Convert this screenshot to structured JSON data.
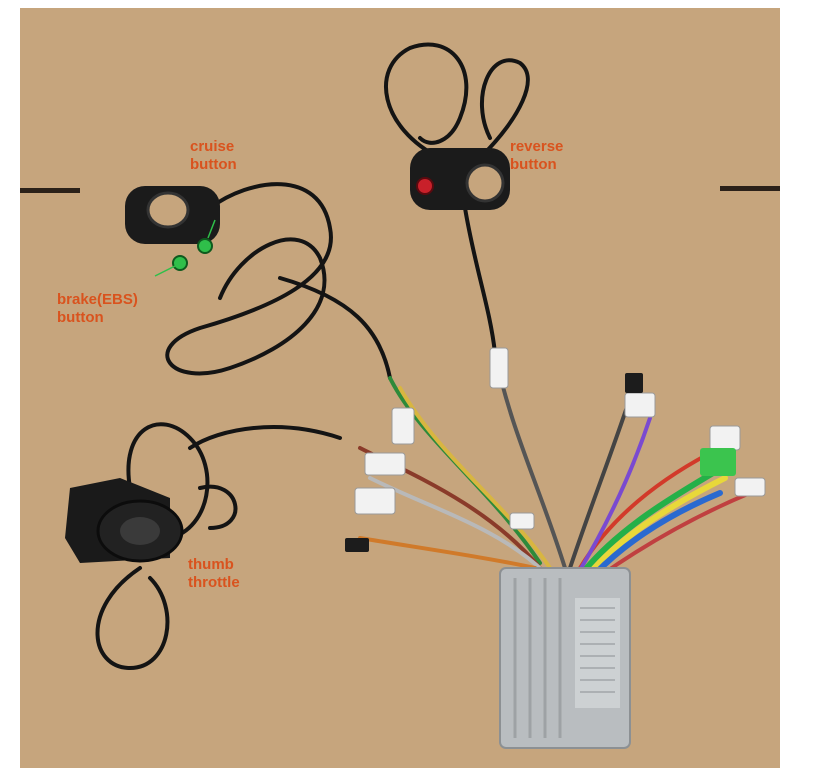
{
  "labels": {
    "cruise": {
      "line1": "cruise",
      "line2": "button"
    },
    "brake": {
      "line1": "brake(EBS)",
      "line2": "button"
    },
    "reverse": {
      "line1": "reverse",
      "line2": "button"
    },
    "thumb": {
      "line1": "thumb",
      "line2": "throttle"
    }
  },
  "colors": {
    "label": "#d9531e",
    "cardboard": "#c6a57d",
    "cable": "#141414",
    "button_green": "#2fbf4a",
    "button_red": "#c8202a",
    "controller": "#b9bdc0"
  }
}
